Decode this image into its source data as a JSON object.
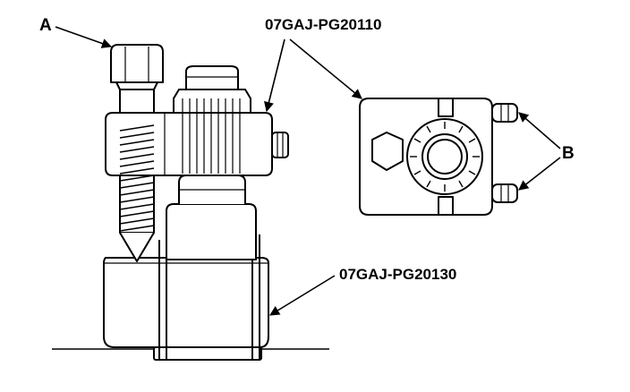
{
  "labels": {
    "a": "A",
    "b": "B",
    "tool_upper": "07GAJ-PG20110",
    "tool_lower": "07GAJ-PG20130"
  },
  "colors": {
    "ink": "#000000",
    "paper": "#ffffff"
  }
}
